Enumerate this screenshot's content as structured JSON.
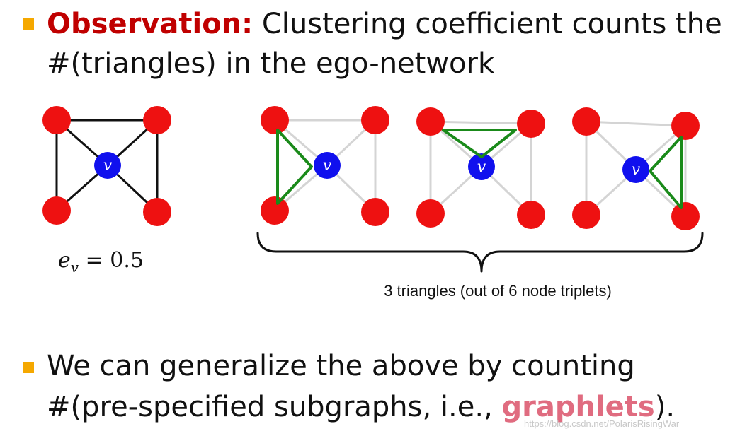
{
  "bullets": {
    "observation": {
      "label": "Observation:",
      "text_line1": " Clustering coefficient counts the",
      "text_line2": "#(triangles) in the ego-network"
    },
    "generalize": {
      "text_line1": "We can generalize the above by counting",
      "text_line2_before": "#(pre-specified subgraphs, i.e., ",
      "text_line2_highlight": "graphlets",
      "text_line2_after": ")."
    }
  },
  "figure": {
    "center_node_label": "v",
    "formula_lhs": "e",
    "formula_sub": "v",
    "formula_rhs": " = 0.5",
    "caption": "3 triangles (out of 6 node triplets)"
  },
  "watermark": "https://blog.csdn.net/PolarisRisingWar",
  "colors": {
    "bullet": "#f5a800",
    "observation_label": "#c00000",
    "graphlets": "#e06c80",
    "outer_node": "#ee1111",
    "center_node": "#1010ee",
    "edge": "#111111",
    "faded_edge": "#d4d4d4",
    "triangle": "#1a8a1a"
  }
}
